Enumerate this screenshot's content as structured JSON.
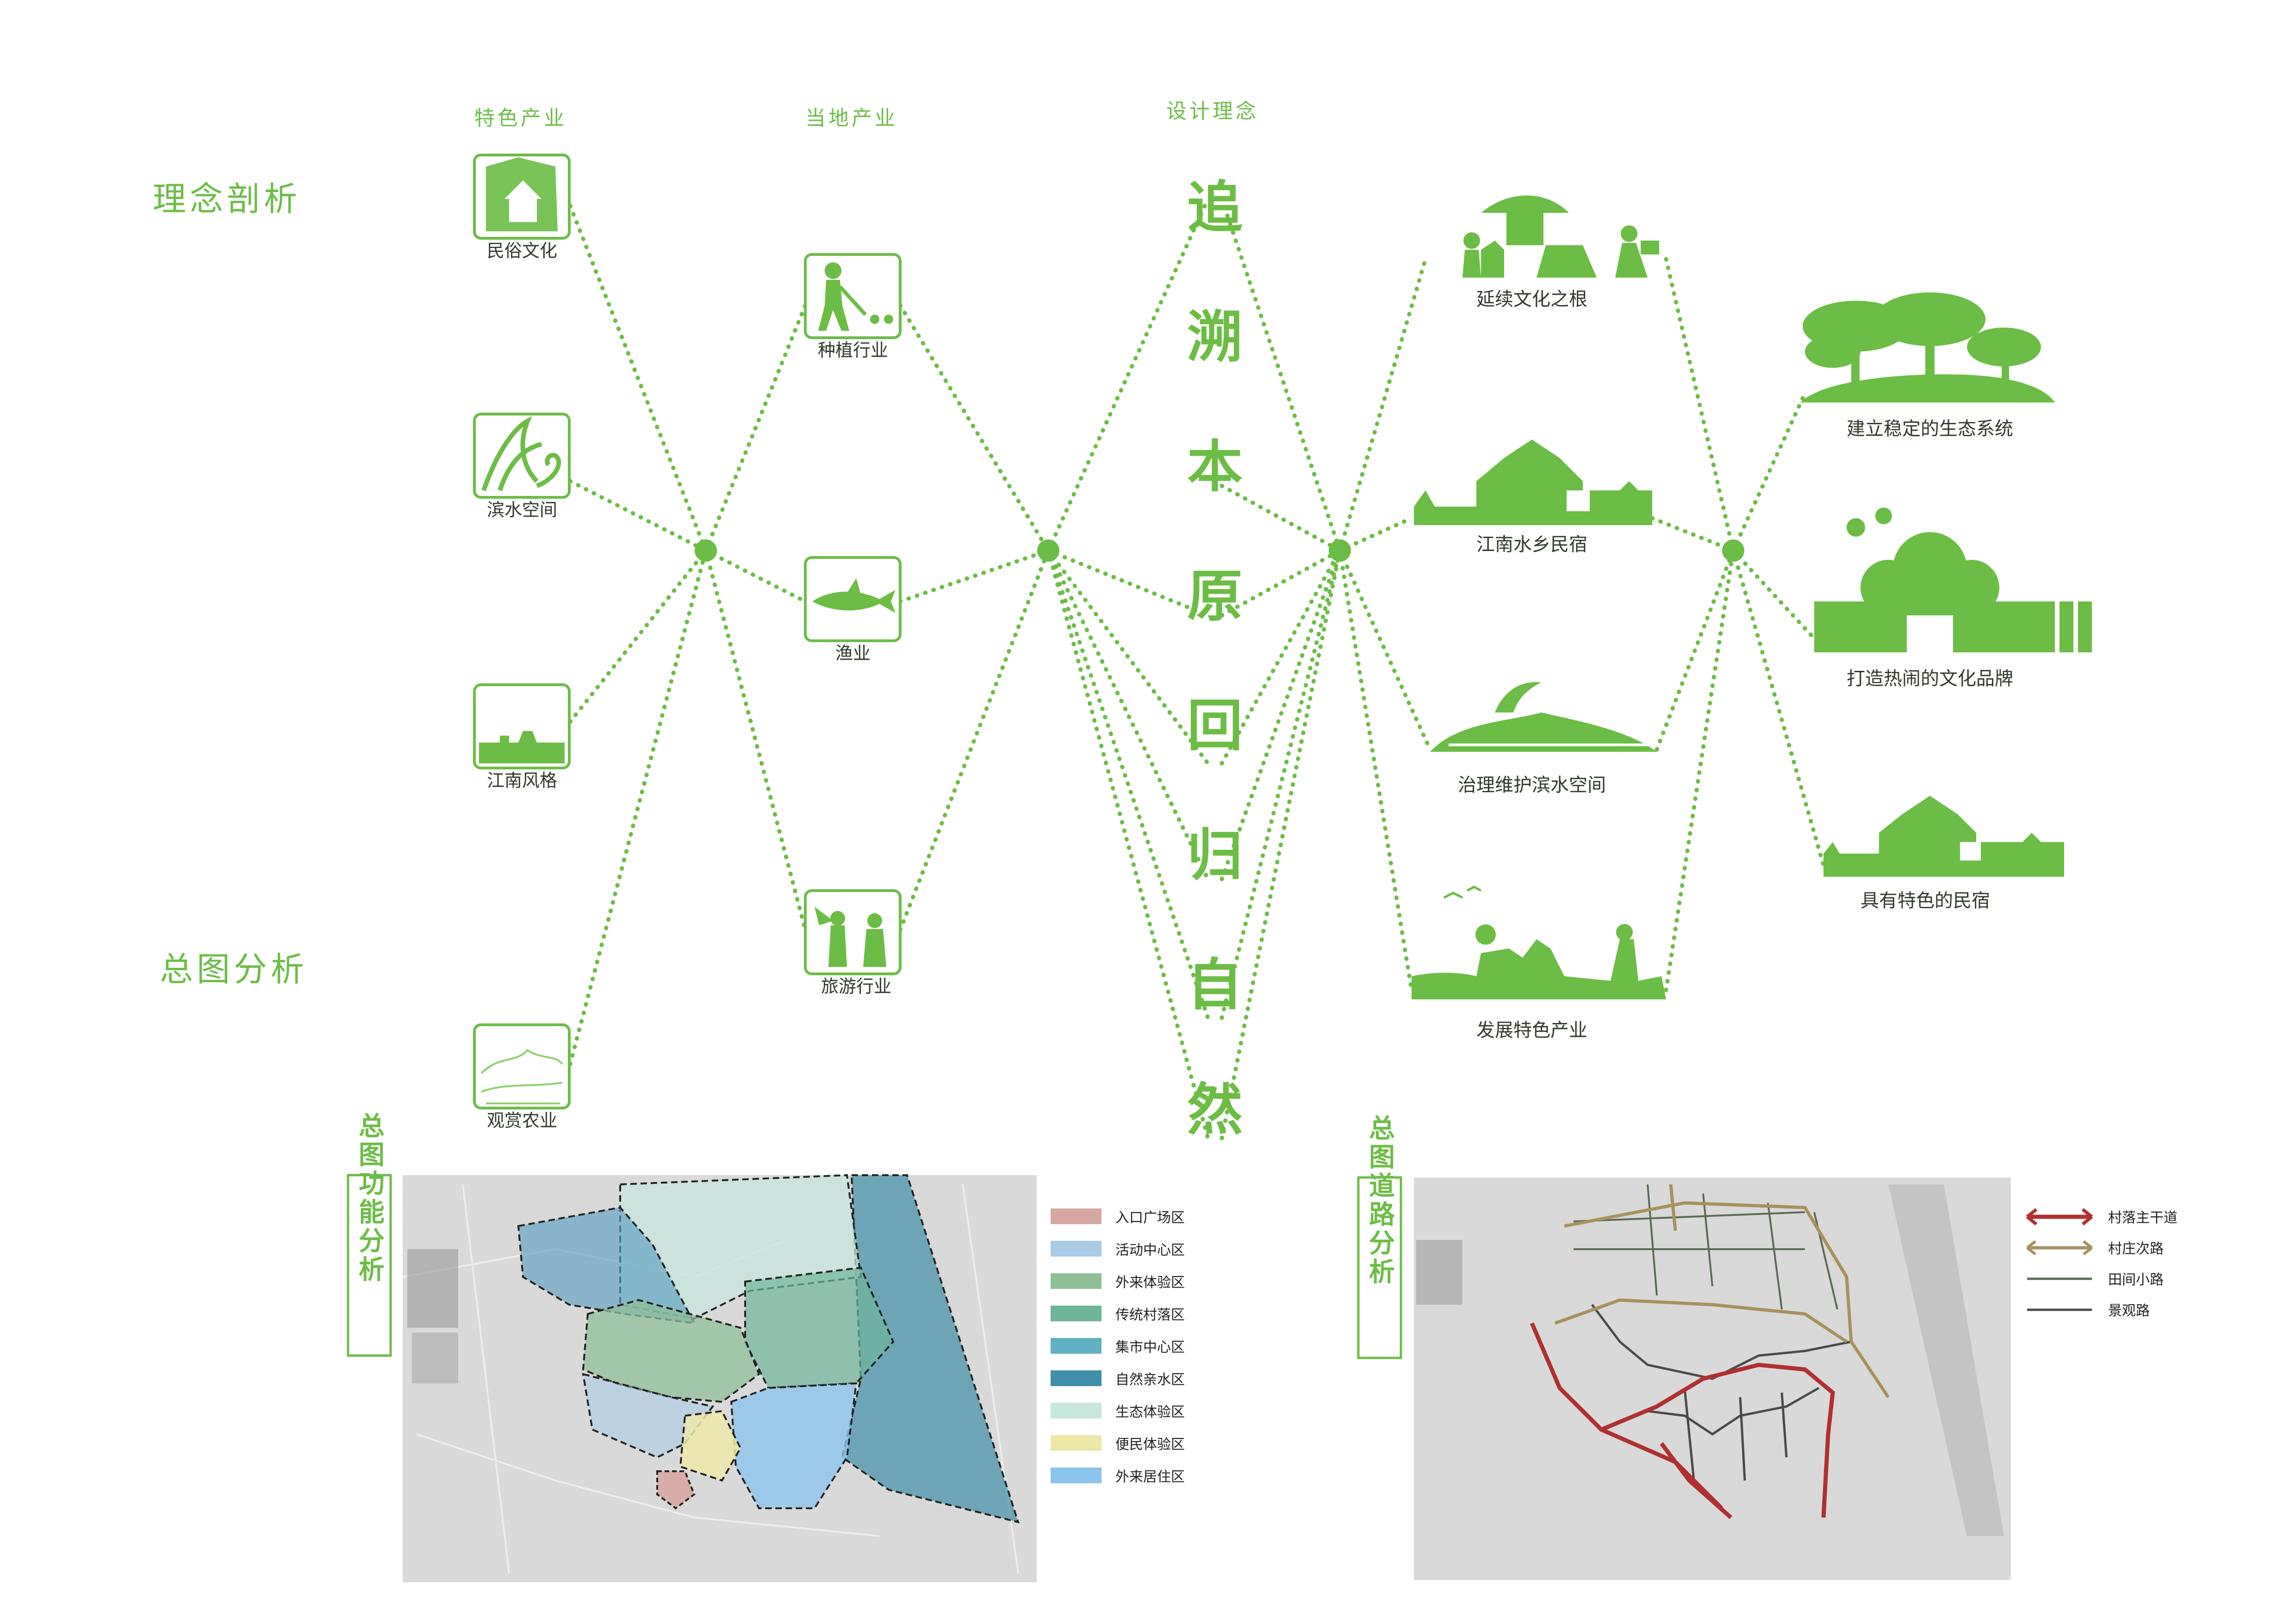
{
  "colors": {
    "green": "#6cbd45",
    "dark": "#2f3a2a"
  },
  "section_titles": {
    "concept": "理念剖析",
    "plan": "总图分析"
  },
  "column_headers": {
    "featured": "特色产业",
    "local": "当地产业",
    "design": "设计理念"
  },
  "featured_industries": [
    {
      "label": "民俗文化",
      "icon": "temple-icon"
    },
    {
      "label": "滨水空间",
      "icon": "wave-icon"
    },
    {
      "label": "江南风格",
      "icon": "village-icon"
    },
    {
      "label": "观赏农业",
      "icon": "landscape-icon"
    }
  ],
  "local_industries": [
    {
      "label": "种植行业",
      "icon": "farmer-icon"
    },
    {
      "label": "渔业",
      "icon": "fish-icon"
    },
    {
      "label": "旅游行业",
      "icon": "tourist-icon"
    }
  ],
  "design_concept_chars": [
    "追",
    "溯",
    "本",
    "原",
    "回",
    "归",
    "自",
    "然"
  ],
  "strategies": [
    {
      "label": "延续文化之根",
      "icon": "folk-culture-icon"
    },
    {
      "label": "江南水乡民宿",
      "icon": "house-icon"
    },
    {
      "label": "治理维护滨水空间",
      "icon": "island-icon"
    },
    {
      "label": "发展特色产业",
      "icon": "farming-icon"
    }
  ],
  "goals": [
    {
      "label": "建立稳定的生态系统",
      "icon": "trees-icon"
    },
    {
      "label": "打造热闹的文化品牌",
      "icon": "building-icon"
    },
    {
      "label": "具有特色的民宿",
      "icon": "homestay-icon"
    }
  ],
  "function_map": {
    "title": "总图功能分析",
    "legend": [
      {
        "label": "入口广场区",
        "color": "#d6a7a1"
      },
      {
        "label": "活动中心区",
        "color": "#a9cbe6"
      },
      {
        "label": "外来体验区",
        "color": "#8fbf97"
      },
      {
        "label": "传统村落区",
        "color": "#6fb59a"
      },
      {
        "label": "集市中心区",
        "color": "#5fb1c3"
      },
      {
        "label": "自然亲水区",
        "color": "#3f8fa8"
      },
      {
        "label": "生态体验区",
        "color": "#c6e6dc"
      },
      {
        "label": "便民体验区",
        "color": "#ede7a8"
      },
      {
        "label": "外来居住区",
        "color": "#8cc4ee"
      }
    ]
  },
  "road_map": {
    "title": "总图道路分析",
    "legend": [
      {
        "label": "村落主干道",
        "color": "#b03030"
      },
      {
        "label": "村庄次路",
        "color": "#a8925c"
      },
      {
        "label": "田间小路",
        "color": "#5a6b52"
      },
      {
        "label": "景观路",
        "color": "#4a4a4a"
      }
    ]
  }
}
